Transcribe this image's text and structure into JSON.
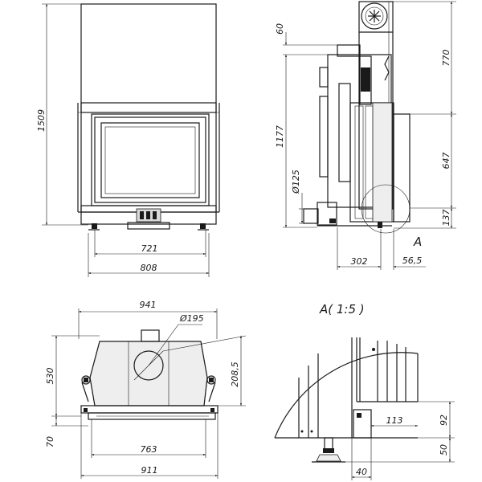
{
  "front_view": {
    "height_total": "1509",
    "width_inner": "721",
    "width_outer": "808"
  },
  "side_view": {
    "top_offset": "60",
    "upper_height": "770",
    "body_height": "1177",
    "pipe_diameter": "Ø125",
    "lower_height": "647",
    "base_height": "137",
    "depth": "302",
    "offset": "56,5",
    "detail_marker": "A"
  },
  "top_view": {
    "width_top": "941",
    "flue_diameter": "Ø195",
    "depth": "530",
    "flue_offset": "208,5",
    "front_depth": "70",
    "width_inner": "763",
    "width_base": "911"
  },
  "detail_view": {
    "title": "A( 1:5 )",
    "horizontal_offset": "113",
    "height_upper": "92",
    "height_lower": "50",
    "foot_offset": "40"
  }
}
